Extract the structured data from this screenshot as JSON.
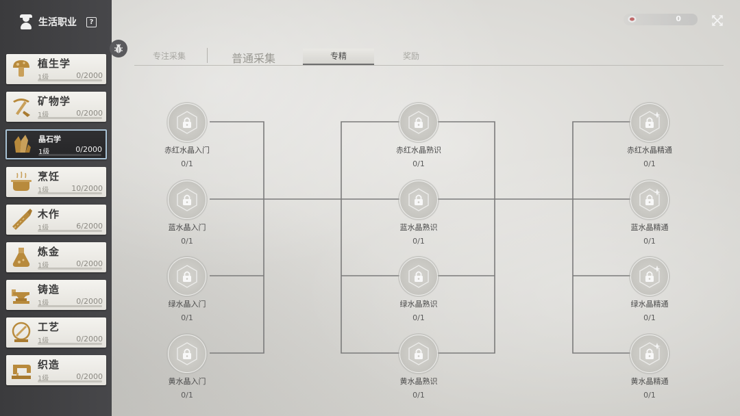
{
  "sidebar": {
    "title": "生活职业",
    "help_symbol": "?",
    "items": [
      {
        "name": "植生学",
        "level": "1级",
        "xp": "0/2000",
        "icon": "mushroom-icon",
        "active": false
      },
      {
        "name": "矿物学",
        "level": "1级",
        "xp": "0/2000",
        "icon": "pickaxe-icon",
        "active": false
      },
      {
        "name": "晶石学",
        "level": "1级",
        "xp": "0/2000",
        "icon": "crystal-icon",
        "active": true
      },
      {
        "name": "烹饪",
        "level": "1级",
        "xp": "10/2000",
        "icon": "cooking-pot-icon",
        "active": false
      },
      {
        "name": "木作",
        "level": "1级",
        "xp": "6/2000",
        "icon": "saw-icon",
        "active": false
      },
      {
        "name": "炼金",
        "level": "1级",
        "xp": "0/2000",
        "icon": "flask-icon",
        "active": false
      },
      {
        "name": "铸造",
        "level": "1级",
        "xp": "0/2000",
        "icon": "anvil-icon",
        "active": false
      },
      {
        "name": "工艺",
        "level": "1级",
        "xp": "0/2000",
        "icon": "gear-craft-icon",
        "active": false
      },
      {
        "name": "织造",
        "level": "1级",
        "xp": "0/2000",
        "icon": "sewing-machine-icon",
        "active": false
      }
    ]
  },
  "currency": {
    "value": "0",
    "icon": "coin-icon"
  },
  "tabs": [
    {
      "label": "专注采集",
      "state": "inactive"
    },
    {
      "label": "普通采集",
      "state": "inactive"
    },
    {
      "label": "专精",
      "state": "active"
    },
    {
      "label": "奖励",
      "state": "inactive"
    }
  ],
  "tree": {
    "columns": [
      {
        "nodes": [
          {
            "label": "赤红水晶入门",
            "progress": "0/1"
          },
          {
            "label": "蓝水晶入门",
            "progress": "0/1"
          },
          {
            "label": "绿水晶入门",
            "progress": "0/1"
          },
          {
            "label": "黄水晶入门",
            "progress": "0/1"
          }
        ]
      },
      {
        "nodes": [
          {
            "label": "赤红水晶熟识",
            "progress": "0/1"
          },
          {
            "label": "蓝水晶熟识",
            "progress": "0/1"
          },
          {
            "label": "绿水晶熟识",
            "progress": "0/1"
          },
          {
            "label": "黄水晶熟识",
            "progress": "0/1"
          }
        ]
      },
      {
        "nodes": [
          {
            "label": "赤红水晶精通",
            "progress": "0/1"
          },
          {
            "label": "蓝水晶精通",
            "progress": "0/1"
          },
          {
            "label": "绿水晶精通",
            "progress": "0/1"
          },
          {
            "label": "黄水晶精通",
            "progress": "0/1"
          }
        ]
      }
    ]
  }
}
